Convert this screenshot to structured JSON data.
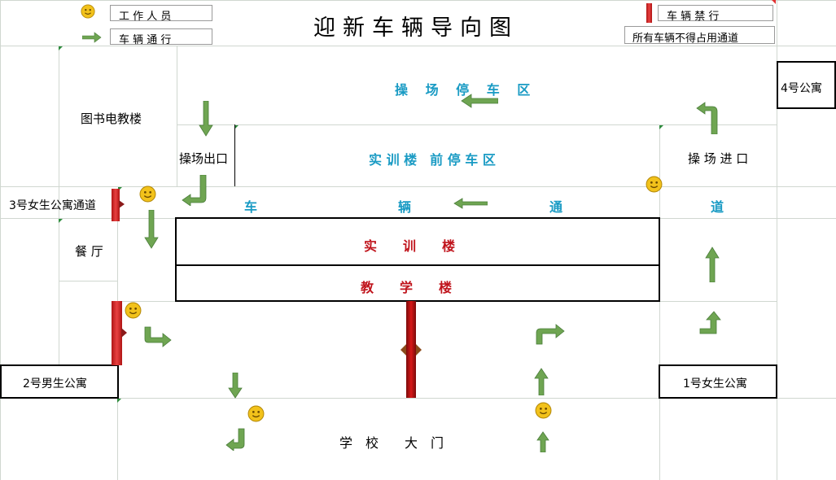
{
  "title": "迎新车辆导向图",
  "legend": {
    "staff": "工 作 人 员",
    "vehicle_pass": "车 辆 通 行",
    "vehicle_ban": "车 辆 禁 行",
    "no_occupy": "所有车辆不得占用通道"
  },
  "areas": {
    "playground_parking": "操　 场　 停　 车　 区",
    "library": "图书电教楼",
    "playground_exit": "操场出口",
    "training_parking": "实 训 楼　前 停 车 区",
    "playground_entrance": "操 场 进 口",
    "apt4": "4号公寓",
    "girls3": "3号女生公寓通道",
    "road_1": "车",
    "road_2": "辆",
    "road_3": "通",
    "road_4": "道",
    "canteen": "餐 厅",
    "training_building": "实　　训　　楼",
    "teaching_building": "教　　学　　楼",
    "boys2": "2号男生公寓",
    "girls1": "1号女生公寓",
    "school_gate": "学　校　　大　门"
  },
  "colors": {
    "arrow": "#6fa552",
    "arrow_dark": "#4a7d3a",
    "road_text": "#1a9bc4",
    "building_text": "#c0141c",
    "barrier": "#d02020"
  }
}
